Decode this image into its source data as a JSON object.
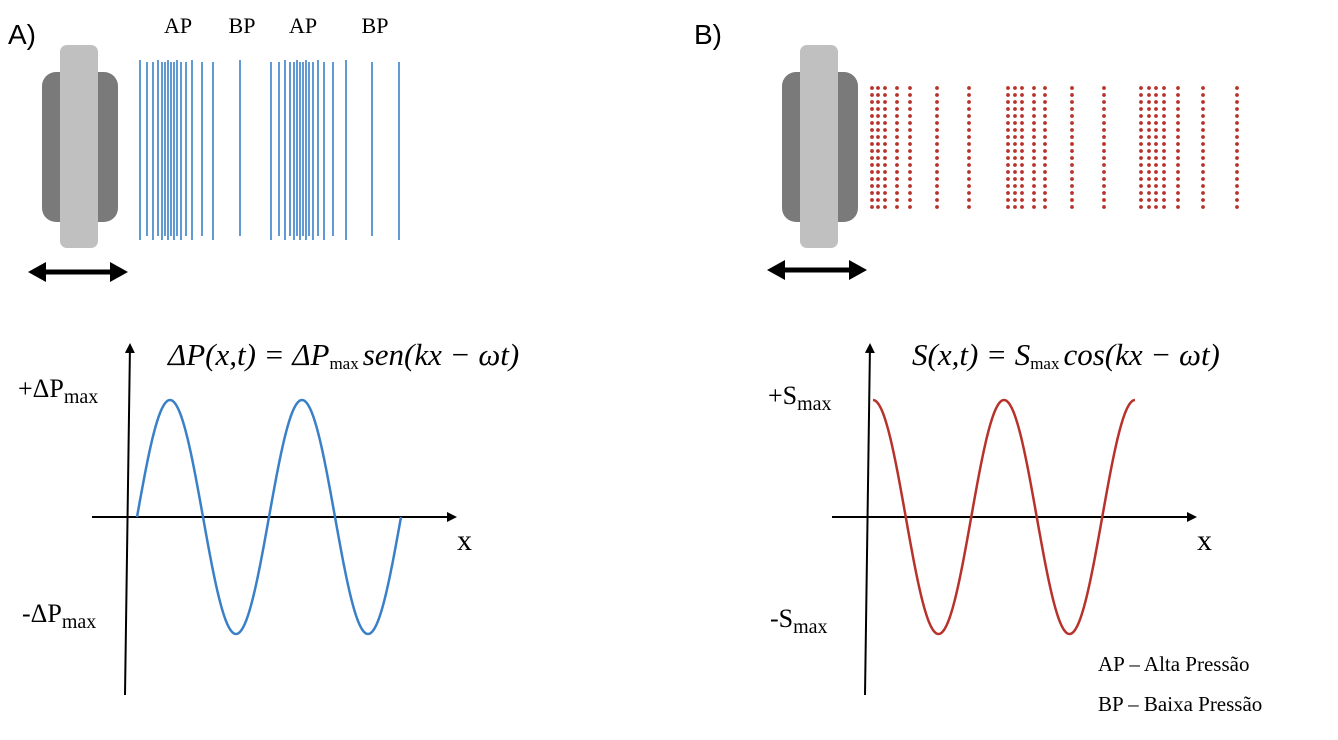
{
  "panel_a": {
    "label": "A)",
    "top_labels": [
      "AP",
      "BP",
      "AP",
      "BP"
    ],
    "equation": {
      "lhs": "ΔP(x,t) = ΔP",
      "sub": "max",
      "rhs": "sen(kx − ωt)"
    },
    "y_max_label": {
      "main": "+ΔP",
      "sub": "max"
    },
    "y_min_label": {
      "main": "-ΔP",
      "sub": "max"
    },
    "x_label": "x",
    "wave": {
      "function": "sin",
      "amplitude": 1,
      "cycles": 2,
      "color": "#3a80c8"
    },
    "line_color": "#3a80c8"
  },
  "panel_b": {
    "label": "B)",
    "equation": {
      "lhs": "S(x,t) = S",
      "sub": "max",
      "rhs": "cos(kx − ωt)"
    },
    "y_max_label": {
      "main": "+S",
      "sub": "max"
    },
    "y_min_label": {
      "main": "-S",
      "sub": "max"
    },
    "x_label": "x",
    "wave": {
      "function": "cos",
      "amplitude": 1,
      "cycles": 2,
      "color": "#b8322c"
    },
    "dot_color": "#b8322c"
  },
  "legend": {
    "ap": "AP – Alta Pressão",
    "bp": "BP – Baixa Pressão"
  },
  "colors": {
    "axis": "#000000",
    "speaker_dark": "#7a7a7a",
    "speaker_light": "#c0c0c0"
  }
}
